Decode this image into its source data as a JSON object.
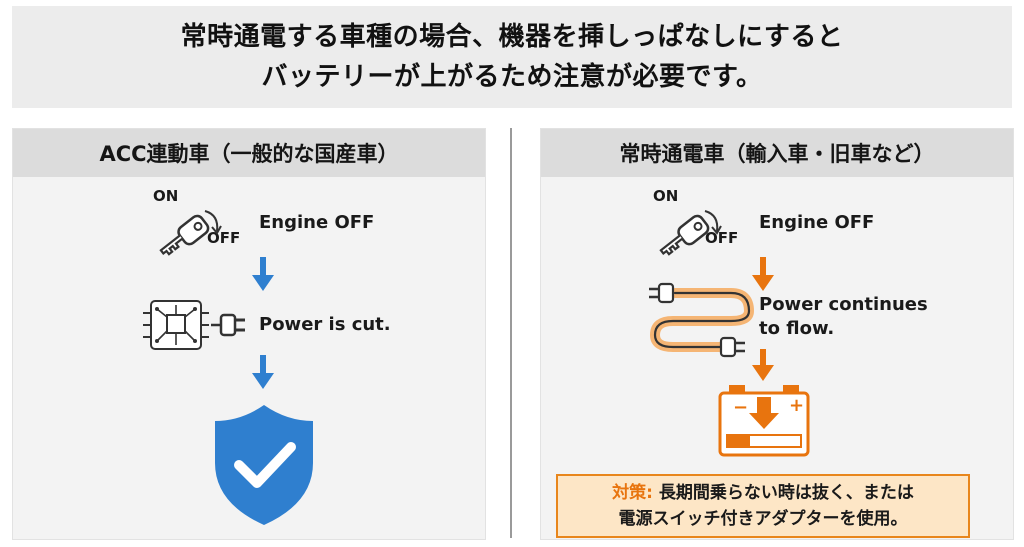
{
  "header": {
    "line1": "常時通電する車種の場合、機器を挿しっぱなしにすると",
    "line2": "バッテリーが上がるため注意が必要です。"
  },
  "left_panel": {
    "title": "ACC連動車（一般的な国産車）",
    "key_on": "ON",
    "key_off": "OFF",
    "engine_label": "Engine OFF",
    "power_label": "Power is cut."
  },
  "right_panel": {
    "title": "常時通電車（輸入車・旧車など）",
    "key_on": "ON",
    "key_off": "OFF",
    "engine_label": "Engine OFF",
    "power_label_1": "Power continues",
    "power_label_2": "to flow.",
    "battery_minus": "−",
    "battery_plus": "+"
  },
  "note": {
    "prefix": "対策:",
    "line1": " 長期間乗らない時は抜く、または",
    "line2": "電源スイッチ付きアダプターを使用。"
  },
  "colors": {
    "blue": "#2f7fcf",
    "orange": "#e8740e",
    "note_bg": "#fde6c6",
    "note_border": "#e8861c"
  },
  "icons": {
    "key": "key-icon",
    "chip": "circuit-chip-icon",
    "plug": "power-plug-icon",
    "cable": "power-cable-icon",
    "battery": "battery-icon",
    "shield": "shield-check-icon",
    "arrow": "arrow-down-icon"
  }
}
